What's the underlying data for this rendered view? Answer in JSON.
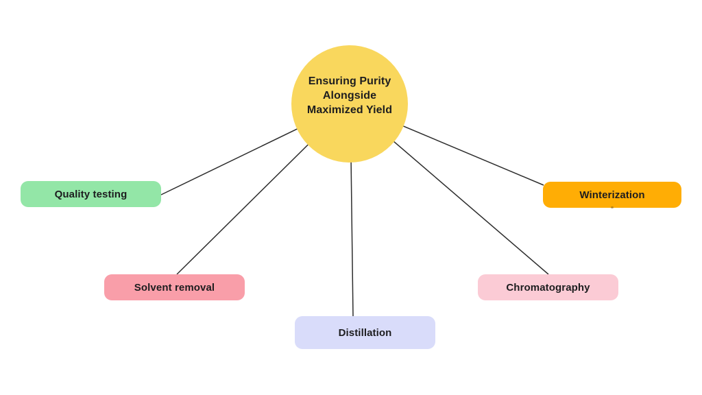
{
  "diagram": {
    "background_color": "#ffffff",
    "connector_color": "#2d2d2d",
    "text_color": "#1d1d1f",
    "center": {
      "label": "Ensuring Purity Alongside Maximized Yield",
      "lines": [
        "Ensuring Purity",
        "Alongside",
        "Maximized Yield"
      ],
      "color": "#F9D75D"
    },
    "nodes": [
      {
        "id": "quality-testing",
        "label": "Quality testing",
        "color": "#93E6A7"
      },
      {
        "id": "solvent-removal",
        "label": "Solvent removal",
        "color": "#F99EA9"
      },
      {
        "id": "distillation",
        "label": "Distillation",
        "color": "#D9DCFA"
      },
      {
        "id": "chromatography",
        "label": "Chromatography",
        "color": "#FBCBD5"
      },
      {
        "id": "winterization",
        "label": "Winterization",
        "color": "#FFAD05"
      }
    ]
  }
}
